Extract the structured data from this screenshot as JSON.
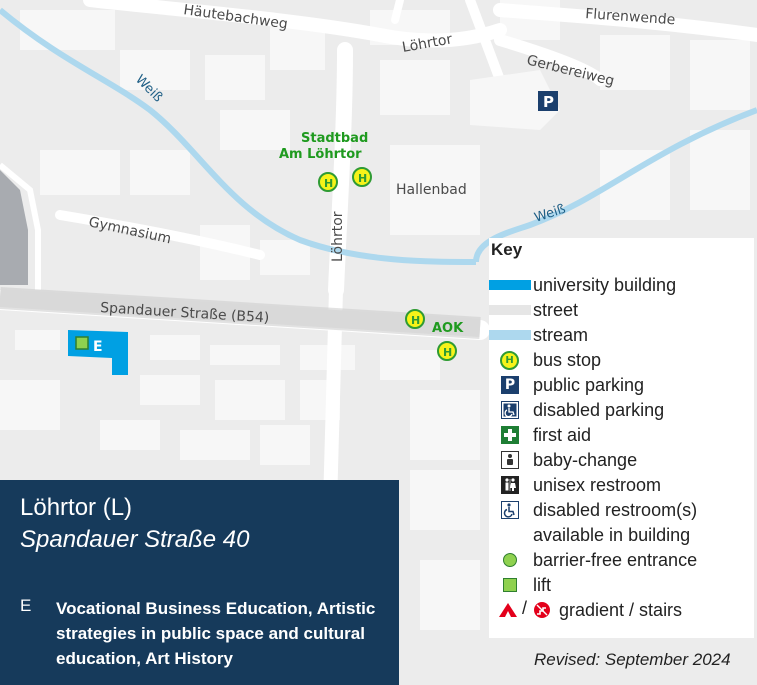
{
  "map": {
    "street_labels": [
      "Häutebachweg",
      "Löhrtor",
      "Flurenwende",
      "Gerbereiweg",
      "Hallenbad",
      "Gymnasium",
      "Löhrtor",
      "Spandauer Straße (B54)"
    ],
    "stream_labels": [
      "Weiß",
      "Weiß"
    ],
    "stop_labels": [
      "Stadtbad",
      "Am Löhrtor",
      "AOK"
    ],
    "building_label": "E",
    "colors": {
      "university": "#00a0e3",
      "stream": "#add8ee",
      "street": "#ffffff",
      "stop_fill": "#f6f319",
      "stop_stroke": "#2f9b33",
      "parking": "#1b3f6d"
    },
    "icons": [
      "bus-stop-icon",
      "parking-icon",
      "lift-icon"
    ]
  },
  "info": {
    "title": "Löhrtor (L)",
    "address": "Spandauer Straße 40",
    "letter": "E",
    "description": "Vocational Business Education, Artistic strategies in public space and cultural education, Art History"
  },
  "legend": {
    "title": "Key",
    "items": [
      {
        "label": "university building"
      },
      {
        "label": "street"
      },
      {
        "label": "stream"
      },
      {
        "label": "bus stop"
      },
      {
        "label": "public parking"
      },
      {
        "label": "disabled parking"
      },
      {
        "label": "first aid"
      },
      {
        "label": "baby-change"
      },
      {
        "label": "unisex restroom"
      },
      {
        "label": "disabled restroom(s)"
      },
      {
        "label": "available in building"
      },
      {
        "label": "barrier-free entrance"
      },
      {
        "label": "lift"
      },
      {
        "label": "gradient / stairs"
      }
    ],
    "bus_glyph": "H",
    "parking_glyph": "P",
    "gradient_separator": "/"
  },
  "footer": {
    "revised": "Revised: September 2024"
  }
}
